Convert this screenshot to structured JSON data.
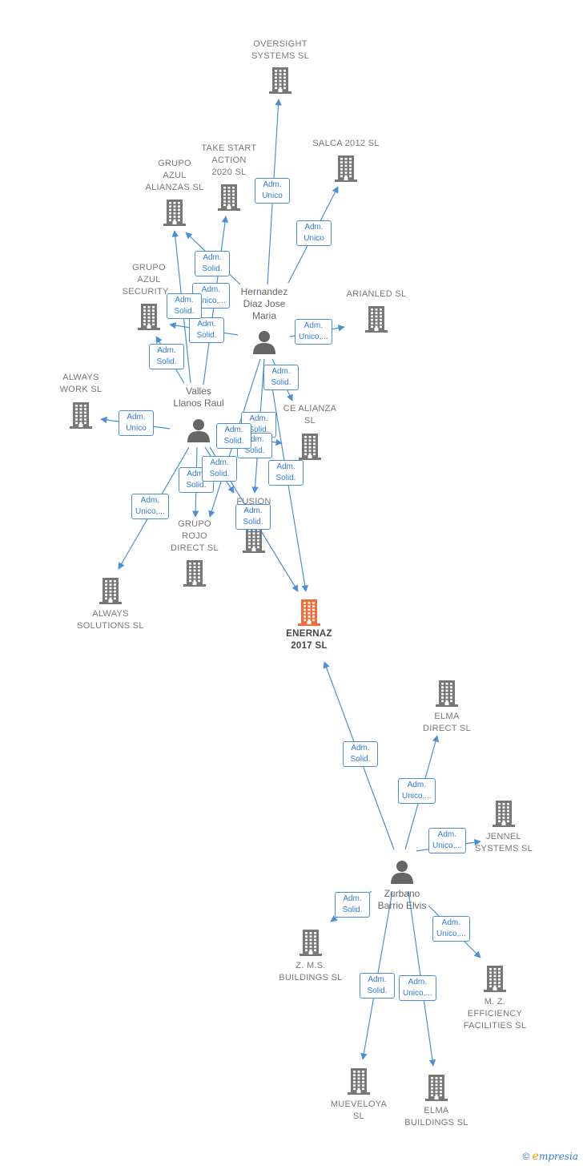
{
  "colors": {
    "edge": "#4a8fd6",
    "building": "#777777",
    "main": "#f26b3a",
    "person": "#666666"
  },
  "nodes": [
    {
      "id": "oversight",
      "kind": "company",
      "label": "OVERSIGHT\nSYSTEMS SL"
    },
    {
      "id": "salca",
      "kind": "company",
      "label": "SALCA 2012 SL"
    },
    {
      "id": "takestart",
      "kind": "company",
      "label": "TAKE START\nACTION\n2020  SL"
    },
    {
      "id": "grupoazul",
      "kind": "company",
      "label": "GRUPO\nAZUL\nALIANZAS  SL"
    },
    {
      "id": "azulsecurity",
      "kind": "company",
      "label": "GRUPO\nAZUL\nSECURITY..."
    },
    {
      "id": "arianled",
      "kind": "company",
      "label": "ARIANLED  SL"
    },
    {
      "id": "alwayswork",
      "kind": "company",
      "label": "ALWAYS\nWORK SL"
    },
    {
      "id": "cealianza",
      "kind": "company",
      "label": "CE ALIANZA\nSL"
    },
    {
      "id": "fusion",
      "kind": "company",
      "label": "FUSION\nPH...  SL"
    },
    {
      "id": "gruporojo",
      "kind": "company",
      "label": "GRUPO\nROJO\nDIRECT SL"
    },
    {
      "id": "alwayssol",
      "kind": "company",
      "label": "ALWAYS\nSOLUTIONS SL"
    },
    {
      "id": "enernaz",
      "kind": "main",
      "label": "ENERNAZ\n2017  SL"
    },
    {
      "id": "elmadirect",
      "kind": "company",
      "label": "ELMA\nDIRECT  SL"
    },
    {
      "id": "jennel",
      "kind": "company",
      "label": "JENNEL\nSYSTEMS  SL"
    },
    {
      "id": "zms",
      "kind": "company",
      "label": "Z. M.S.\nBUILDINGS  SL"
    },
    {
      "id": "mz",
      "kind": "company",
      "label": "M.  Z.\nEFFICIENCY\nFACILITIES  SL"
    },
    {
      "id": "mueveloya",
      "kind": "company",
      "label": "MUEVELOYA\nSL"
    },
    {
      "id": "elmabuild",
      "kind": "company",
      "label": "ELMA\nBUILDINGS  SL"
    },
    {
      "id": "hernandez",
      "kind": "person",
      "label": "Hernandez\nDiaz Jose\nMaria"
    },
    {
      "id": "valles",
      "kind": "person",
      "label": "Valles\nLlanos Raul"
    },
    {
      "id": "zurbano",
      "kind": "person",
      "label": "Zurbano\nBarrio Elvis"
    }
  ],
  "edges": [
    {
      "from": "hernandez",
      "to": "oversight",
      "label": "Adm.\nUnico"
    },
    {
      "from": "hernandez",
      "to": "salca",
      "label": "Adm.\nUnico"
    },
    {
      "from": "hernandez",
      "to": "arianled",
      "label": "Adm.\nUnico,..."
    },
    {
      "from": "hernandez",
      "to": "grupoazul",
      "label": "Adm.\nSolid."
    },
    {
      "from": "hernandez",
      "to": "azulsecurity",
      "label": "Adm.\nSolid."
    },
    {
      "from": "hernandez",
      "to": "cealianza",
      "label": "Adm.\nSolid."
    },
    {
      "from": "hernandez",
      "to": "fusion",
      "label": "Adm.\nSolid."
    },
    {
      "from": "hernandez",
      "to": "enernaz",
      "label": "Adm.\nSolid."
    },
    {
      "from": "hernandez",
      "to": "gruporojo",
      "label": "Adm.\nSolid."
    },
    {
      "from": "valles",
      "to": "takestart",
      "label": "Adm.\nUnico,..."
    },
    {
      "from": "valles",
      "to": "grupoazul",
      "label": "Adm.\nSolid."
    },
    {
      "from": "valles",
      "to": "azulsecurity",
      "label": "Adm.\nSolid."
    },
    {
      "from": "valles",
      "to": "alwayswork",
      "label": "Adm.\nUnico"
    },
    {
      "from": "valles",
      "to": "cealianza",
      "label": "Adm.\nSolid."
    },
    {
      "from": "valles",
      "to": "gruporojo",
      "label": "Adm.\nSolid."
    },
    {
      "from": "valles",
      "to": "fusion",
      "label": "Adm.\nSolid."
    },
    {
      "from": "valles",
      "to": "alwayssol",
      "label": "Adm.\nUnico,..."
    },
    {
      "from": "valles",
      "to": "enernaz",
      "label": "Adm.\nSolid."
    },
    {
      "from": "zurbano",
      "to": "enernaz",
      "label": "Adm.\nSolid."
    },
    {
      "from": "zurbano",
      "to": "elmadirect",
      "label": "Adm.\nUnico,..."
    },
    {
      "from": "zurbano",
      "to": "jennel",
      "label": "Adm.\nUnico,..."
    },
    {
      "from": "zurbano",
      "to": "zms",
      "label": "Adm.\nSolid."
    },
    {
      "from": "zurbano",
      "to": "mz",
      "label": "Adm.\nUnico,..."
    },
    {
      "from": "zurbano",
      "to": "mueveloya",
      "label": "Adm.\nSolid."
    },
    {
      "from": "zurbano",
      "to": "elmabuild",
      "label": "Adm.\nUnico,..."
    }
  ],
  "footer": {
    "copyright": "©",
    "brand_initial": "e",
    "brand_rest": "mpresia"
  }
}
